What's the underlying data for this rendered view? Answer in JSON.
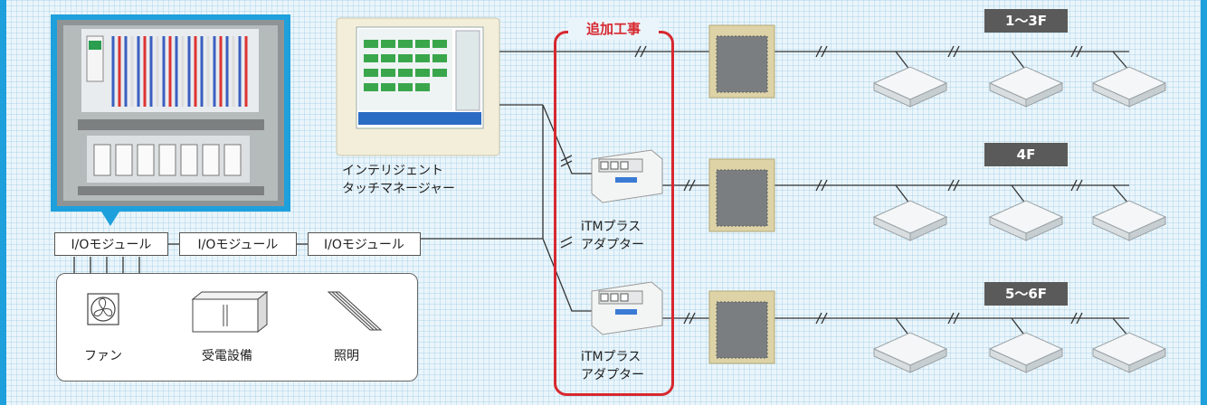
{
  "addition_label": "追加工事",
  "touch_manager_label": [
    "インテリジェント",
    "タッチマネージャー"
  ],
  "io_modules": [
    "I/Oモジュール",
    "I/Oモジュール",
    "I/Oモジュール"
  ],
  "equipment": [
    {
      "label": "ファン",
      "icon": "fan-icon"
    },
    {
      "label": "受電設備",
      "icon": "power-receiving-icon"
    },
    {
      "label": "照明",
      "icon": "lighting-icon"
    }
  ],
  "adapters": [
    {
      "line1": "iTMプラス",
      "line2": "アダプター"
    },
    {
      "line1": "iTMプラス",
      "line2": "アダプター"
    }
  ],
  "floors": [
    "1〜3F",
    "4F",
    "5〜6F"
  ],
  "colors": {
    "accent_blue": "#1ea0dc",
    "addition_red": "#d7282f",
    "floor_tag": "#5a5a5a"
  }
}
